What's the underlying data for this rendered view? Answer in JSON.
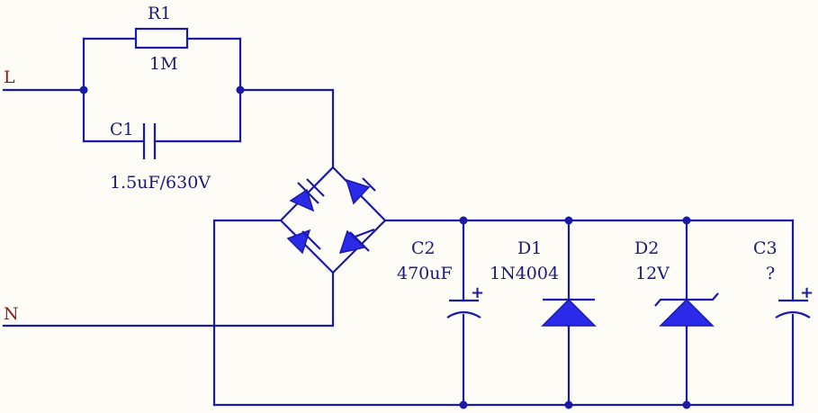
{
  "ports": {
    "line": "L",
    "neutral": "N"
  },
  "components": {
    "r1": {
      "designator": "R1",
      "value": "1M"
    },
    "c1": {
      "designator": "C1",
      "value": "1.5uF/630V"
    },
    "c2": {
      "designator": "C2",
      "value": "470uF",
      "polarity": "+"
    },
    "d1": {
      "designator": "D1",
      "value": "1N4004"
    },
    "d2": {
      "designator": "D2",
      "value": "12V"
    },
    "c3": {
      "designator": "C3",
      "value": "?",
      "polarity": "+"
    }
  },
  "colors": {
    "wire": "#1a1aa8",
    "port_label": "#8a1a1a",
    "background": "#fdfcf6"
  }
}
